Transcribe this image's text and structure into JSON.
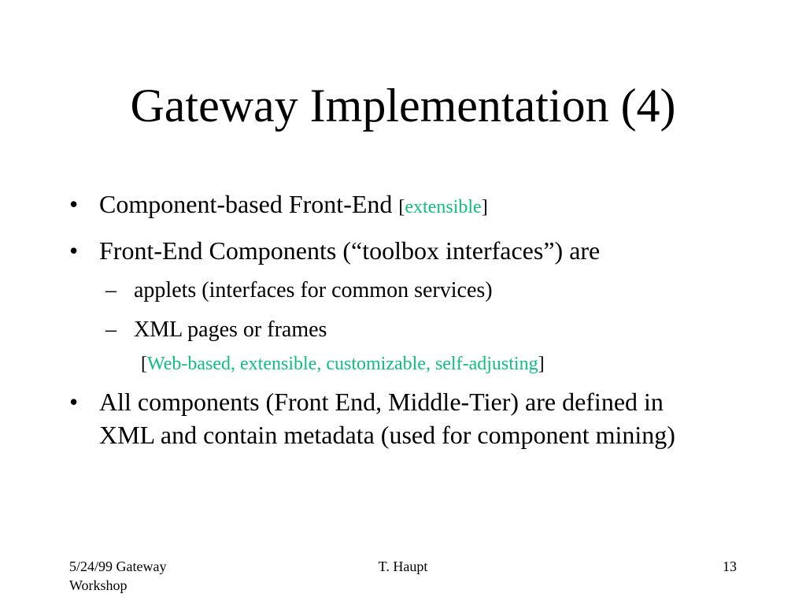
{
  "slide": {
    "title": "Gateway Implementation (4)",
    "bullets": [
      {
        "marker": "•",
        "text": "Component-based Front-End ",
        "bracket_open": "[",
        "accent": "extensible",
        "bracket_close": "]"
      },
      {
        "marker": "•",
        "text": "Front-End Components (“toolbox interfaces”) are"
      },
      {
        "marker": "•",
        "line1": "All components (Front End, Middle-Tier) are defined in",
        "line2": "XML and contain metadata (used for component mining)"
      }
    ],
    "sub_bullets": [
      {
        "marker": "–",
        "text": "applets (interfaces for common services)"
      },
      {
        "marker": "–",
        "text": "XML pages or frames"
      }
    ],
    "note": {
      "bracket_open": "[",
      "accent": "Web-based, extensible, customizable, self-adjusting",
      "bracket_close": "]"
    },
    "accent_color": "#0fbf7f"
  },
  "footer": {
    "left": "5/24/99 Gateway Workshop",
    "center": "T. Haupt",
    "right": "13"
  }
}
